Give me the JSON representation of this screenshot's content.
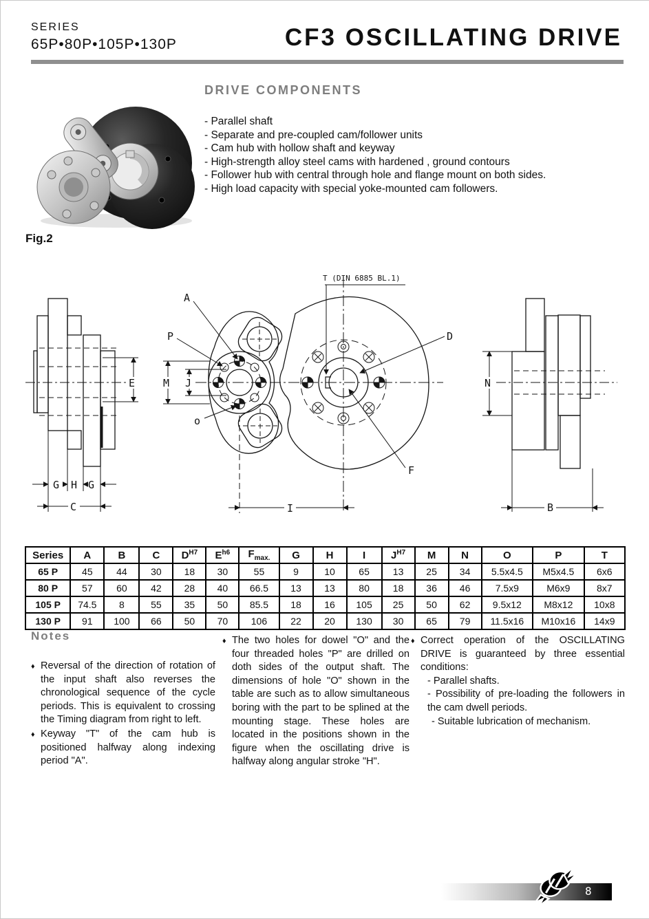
{
  "colors": {
    "heading_gray": "#7e7e7e",
    "rule_gray": "#8f8f8f"
  },
  "header": {
    "series_label": "SERIES",
    "series_models": "65P•80P•105P•130P",
    "title": "CF3 OSCILLATING DRIVE"
  },
  "drive_components": {
    "heading": "DRIVE COMPONENTS",
    "items": [
      "- Parallel shaft",
      "- Separate and pre-coupled cam/follower units",
      "- Cam hub with hollow shaft and keyway",
      "- High-strength alloy steel cams with hardened , ground contours",
      "- Follower hub with central through hole and flange mount on both sides.",
      "- High load capacity with special yoke-mounted cam followers."
    ]
  },
  "figure": {
    "label": "Fig.2",
    "drawing": {
      "keyway_note": "T (DIN 6885 BL.1)",
      "labels": {
        "A": "A",
        "P": "P",
        "o": "o",
        "E": "E",
        "M": "M",
        "J": "J",
        "G_left": "G",
        "H": "H",
        "G_right": "G",
        "C": "C",
        "I": "I",
        "D": "D",
        "F": "F",
        "N": "N",
        "B": "B"
      }
    }
  },
  "table": {
    "headers": [
      {
        "label": "Series"
      },
      {
        "label": "A"
      },
      {
        "label": "B"
      },
      {
        "label": "C"
      },
      {
        "label": "D",
        "sup": "H7"
      },
      {
        "label": "E",
        "sup": "h6"
      },
      {
        "label": "F",
        "sub": "max."
      },
      {
        "label": "G"
      },
      {
        "label": "H"
      },
      {
        "label": "I"
      },
      {
        "label": "J",
        "sup": "H7"
      },
      {
        "label": "M"
      },
      {
        "label": "N"
      },
      {
        "label": "O"
      },
      {
        "label": "P"
      },
      {
        "label": "T"
      }
    ],
    "rows": [
      {
        "series": "65 P",
        "values": [
          "45",
          "44",
          "30",
          "18",
          "30",
          "55",
          "9",
          "10",
          "65",
          "13",
          "25",
          "34",
          "5.5x4.5",
          "M5x4.5",
          "6x6"
        ]
      },
      {
        "series": "80 P",
        "values": [
          "57",
          "60",
          "42",
          "28",
          "40",
          "66.5",
          "13",
          "13",
          "80",
          "18",
          "36",
          "46",
          "7.5x9",
          "M6x9",
          "8x7"
        ]
      },
      {
        "series": "105 P",
        "values": [
          "74.5",
          "8",
          "55",
          "35",
          "50",
          "85.5",
          "18",
          "16",
          "105",
          "25",
          "50",
          "62",
          "9.5x12",
          "M8x12",
          "10x8"
        ]
      },
      {
        "series": "130 P",
        "values": [
          "91",
          "100",
          "66",
          "50",
          "70",
          "106",
          "22",
          "20",
          "130",
          "30",
          "65",
          "79",
          "11.5x16",
          "M10x16",
          "14x9"
        ]
      }
    ]
  },
  "notes": {
    "heading": "Notes",
    "bullet_char": "♦",
    "col1": [
      "Reversal of the direction of rotation of the input shaft also reverses the chronological sequence of the cycle periods. This is equivalent to crossing the Timing diagram from right to left.",
      "Keyway \"T\" of the cam hub is positioned halfway along indexing period \"A\"."
    ],
    "col2": [
      "The two holes for dowel \"O\" and the four threaded holes \"P\" are drilled on doth sides of the output shaft. The dimensions of hole \"O\" shown in the table are such as to allow simultaneous boring with the part to be splined at the mounting stage. These holes are located in the positions shown in the figure when the oscillating drive is halfway along angular stroke \"H\".",
      ""
    ],
    "col3": {
      "intro": "Correct operation of the OSCILLATING DRIVE is guaranteed by three  essential conditions:",
      "sub1": "- Parallel shafts.",
      "sub2": "- Possibility of pre-loading the followers in the cam dwell periods.",
      "sub3": "- Suitable lubrication of mechanism."
    }
  },
  "footer": {
    "page_number": "8"
  }
}
